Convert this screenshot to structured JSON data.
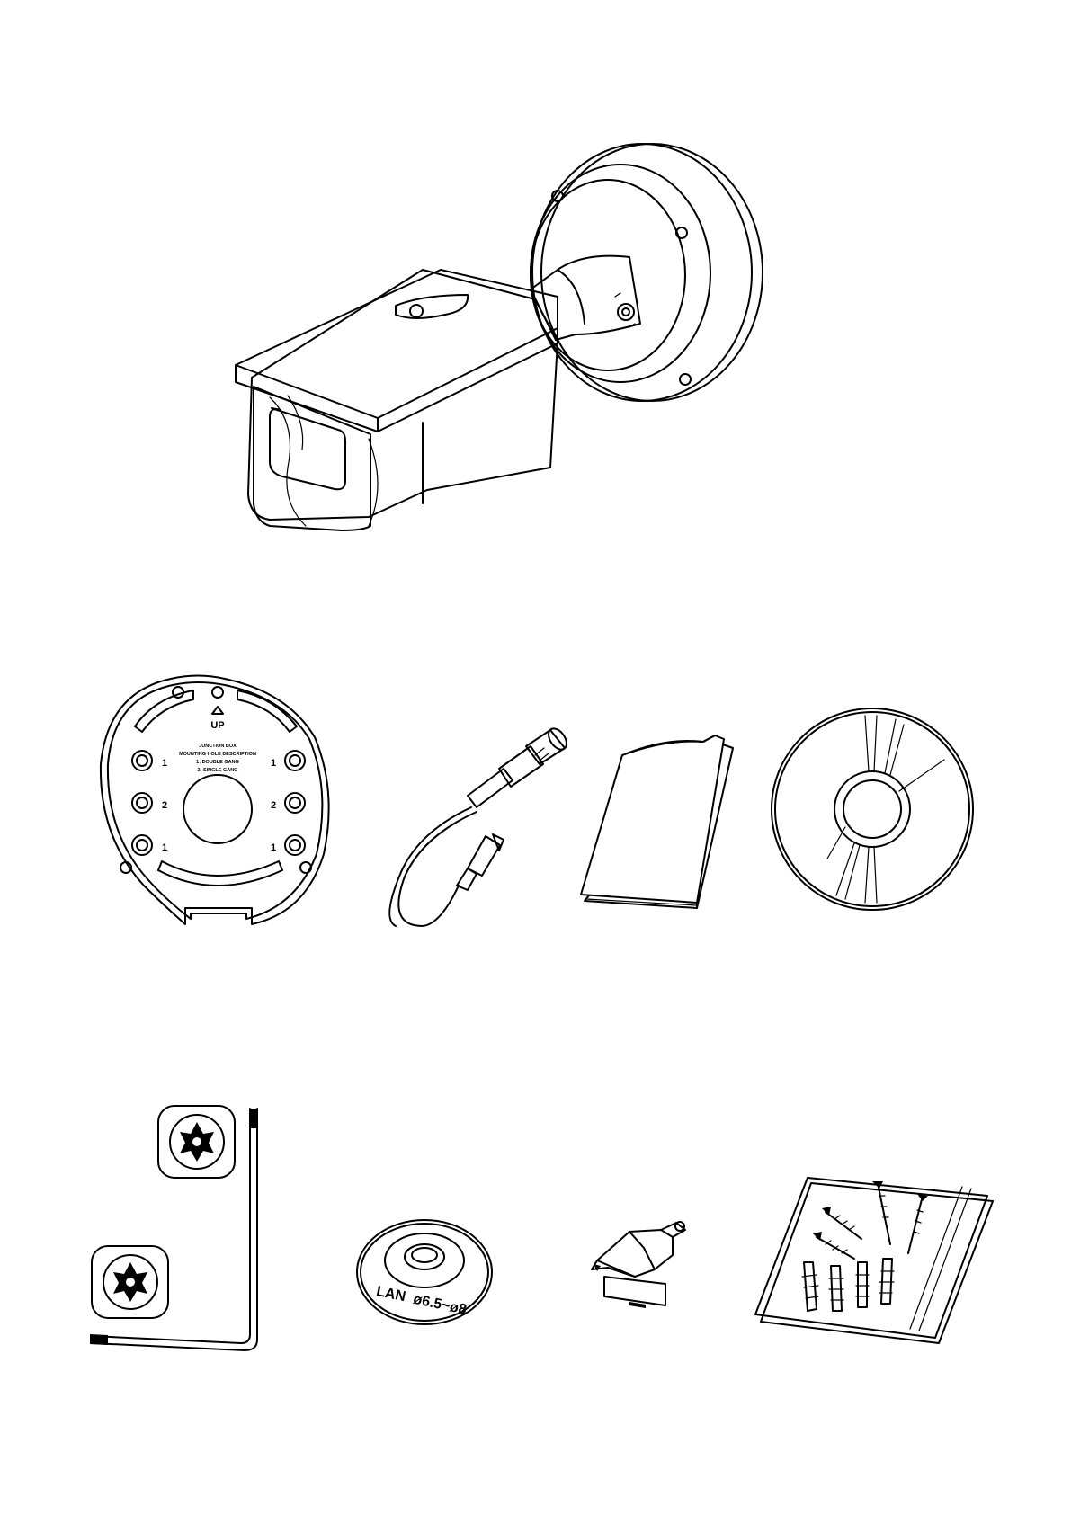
{
  "items": [
    {
      "id": "camera",
      "icon": "bullet-camera-icon"
    },
    {
      "id": "mounting-plate",
      "icon": "mounting-plate-icon",
      "labels": {
        "up": "UP",
        "line1": "JUNCTION BOX",
        "line2": "MOUNTING HOLE DESCRIPTION",
        "line3": "1: DOUBLE GANG",
        "line4": "2: SINGLE GANG",
        "hole_1": "1",
        "hole_2": "2"
      }
    },
    {
      "id": "bnc-cable",
      "icon": "bnc-cable-icon"
    },
    {
      "id": "quick-guide",
      "icon": "manual-booklet-icon"
    },
    {
      "id": "cd",
      "icon": "cd-disc-icon"
    },
    {
      "id": "torx-wrench",
      "icon": "torx-wrench-icon"
    },
    {
      "id": "waterproof-plug",
      "icon": "waterproof-plug-icon",
      "labels": {
        "lan": "LAN",
        "range": "ø6.5~ø8"
      }
    },
    {
      "id": "cable-tool",
      "icon": "cable-tool-icon"
    },
    {
      "id": "screw-kit",
      "icon": "screw-bag-icon"
    }
  ]
}
